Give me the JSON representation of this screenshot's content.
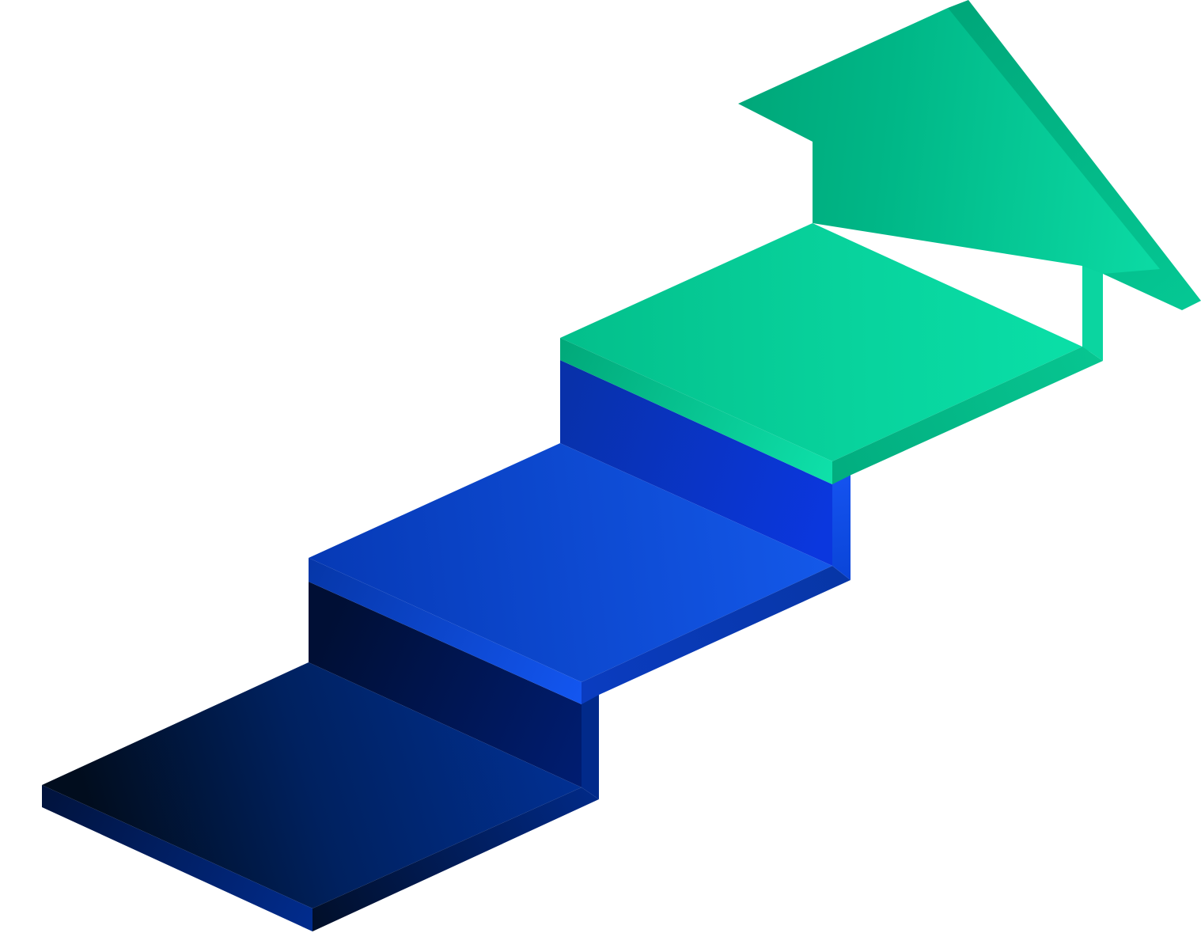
{
  "illustration": {
    "subject": "isometric-staircase-with-upward-arrow",
    "steps": [
      {
        "id": "step-1",
        "theme": "navy"
      },
      {
        "id": "step-2",
        "theme": "blue"
      },
      {
        "id": "step-3",
        "theme": "green"
      }
    ],
    "arrow": {
      "direction": "up-right",
      "theme": "green"
    }
  },
  "colors": {
    "navy_dark": "#010d1e",
    "navy_mid": "#001a66",
    "navy_light": "#013094",
    "blue_dark": "#0832b0",
    "blue_mid": "#0c44c8",
    "blue_light": "#1256e6",
    "blue_bright": "#1553f0",
    "green_dark": "#00ab7c",
    "green_mid": "#05c48f",
    "green_light": "#0bdda6",
    "background": "#ffffff"
  }
}
